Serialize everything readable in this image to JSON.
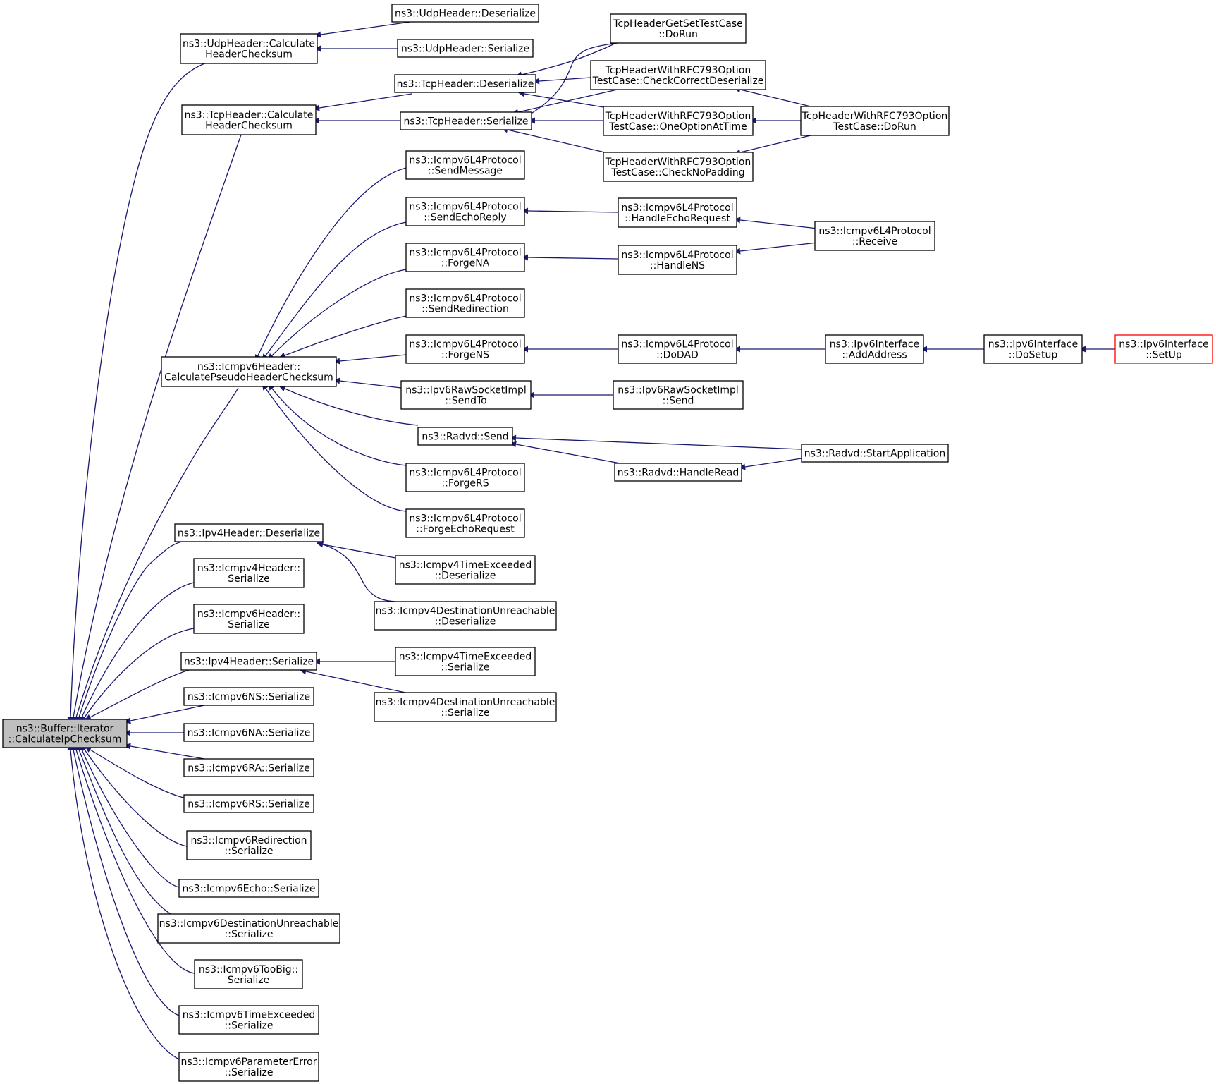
{
  "colors": {
    "edge": "#191970",
    "node_border": "#000000",
    "focus_fill": "#bfbfbf",
    "truncated_border": "#ff0000",
    "background": "#ffffff"
  },
  "nodes": [
    {
      "id": "root",
      "lines": [
        "ns3::Buffer::Iterator",
        "::CalculateIpChecksum"
      ],
      "style": "focus"
    },
    {
      "id": "udp_calc",
      "lines": [
        "ns3::UdpHeader::Calculate",
        "HeaderChecksum"
      ]
    },
    {
      "id": "udp_deser",
      "lines": [
        "ns3::UdpHeader::Deserialize"
      ]
    },
    {
      "id": "udp_ser",
      "lines": [
        "ns3::UdpHeader::Serialize"
      ]
    },
    {
      "id": "tcp_calc",
      "lines": [
        "ns3::TcpHeader::Calculate",
        "HeaderChecksum"
      ]
    },
    {
      "id": "tcp_deser",
      "lines": [
        "ns3::TcpHeader::Deserialize"
      ]
    },
    {
      "id": "tcp_ser",
      "lines": [
        "ns3::TcpHeader::Serialize"
      ]
    },
    {
      "id": "tcp_getset",
      "lines": [
        "TcpHeaderGetSetTestCase",
        "::DoRun"
      ]
    },
    {
      "id": "tcp_ccd",
      "lines": [
        "TcpHeaderWithRFC793Option",
        "TestCase::CheckCorrectDeserialize"
      ]
    },
    {
      "id": "tcp_ooat",
      "lines": [
        "TcpHeaderWithRFC793Option",
        "TestCase::OneOptionAtTime"
      ]
    },
    {
      "id": "tcp_cnp",
      "lines": [
        "TcpHeaderWithRFC793Option",
        "TestCase::CheckNoPadding"
      ]
    },
    {
      "id": "tcp_dorun",
      "lines": [
        "TcpHeaderWithRFC793Option",
        "TestCase::DoRun"
      ]
    },
    {
      "id": "icmp6_calc",
      "lines": [
        "ns3::Icmpv6Header::",
        "CalculatePseudoHeaderChecksum"
      ]
    },
    {
      "id": "l4_sendmsg",
      "lines": [
        "ns3::Icmpv6L4Protocol",
        "::SendMessage"
      ]
    },
    {
      "id": "l4_sendecho",
      "lines": [
        "ns3::Icmpv6L4Protocol",
        "::SendEchoReply"
      ]
    },
    {
      "id": "l4_forgena",
      "lines": [
        "ns3::Icmpv6L4Protocol",
        "::ForgeNA"
      ]
    },
    {
      "id": "l4_sendredir",
      "lines": [
        "ns3::Icmpv6L4Protocol",
        "::SendRedirection"
      ]
    },
    {
      "id": "l4_forgens",
      "lines": [
        "ns3::Icmpv6L4Protocol",
        "::ForgeNS"
      ]
    },
    {
      "id": "raw_sendto",
      "lines": [
        "ns3::Ipv6RawSocketImpl",
        "::SendTo"
      ]
    },
    {
      "id": "radvd_send",
      "lines": [
        "ns3::Radvd::Send"
      ]
    },
    {
      "id": "l4_forgers",
      "lines": [
        "ns3::Icmpv6L4Protocol",
        "::ForgeRS"
      ]
    },
    {
      "id": "l4_forgeecho",
      "lines": [
        "ns3::Icmpv6L4Protocol",
        "::ForgeEchoRequest"
      ]
    },
    {
      "id": "l4_handleecho",
      "lines": [
        "ns3::Icmpv6L4Protocol",
        "::HandleEchoRequest"
      ]
    },
    {
      "id": "l4_handlens",
      "lines": [
        "ns3::Icmpv6L4Protocol",
        "::HandleNS"
      ]
    },
    {
      "id": "l4_receive",
      "lines": [
        "ns3::Icmpv6L4Protocol",
        "::Receive"
      ]
    },
    {
      "id": "l4_dodad",
      "lines": [
        "ns3::Icmpv6L4Protocol",
        "::DoDAD"
      ]
    },
    {
      "id": "ipv6if_addaddr",
      "lines": [
        "ns3::Ipv6Interface",
        "::AddAddress"
      ]
    },
    {
      "id": "ipv6if_dosetup",
      "lines": [
        "ns3::Ipv6Interface",
        "::DoSetup"
      ]
    },
    {
      "id": "ipv6if_setup",
      "lines": [
        "ns3::Ipv6Interface",
        "::SetUp"
      ],
      "style": "truncated"
    },
    {
      "id": "raw_send",
      "lines": [
        "ns3::Ipv6RawSocketImpl",
        "::Send"
      ]
    },
    {
      "id": "radvd_start",
      "lines": [
        "ns3::Radvd::StartApplication"
      ]
    },
    {
      "id": "radvd_read",
      "lines": [
        "ns3::Radvd::HandleRead"
      ]
    },
    {
      "id": "ipv4_deser",
      "lines": [
        "ns3::Ipv4Header::Deserialize"
      ]
    },
    {
      "id": "icmp4_te_deser",
      "lines": [
        "ns3::Icmpv4TimeExceeded",
        "::Deserialize"
      ]
    },
    {
      "id": "icmp4_du_deser",
      "lines": [
        "ns3::Icmpv4DestinationUnreachable",
        "::Deserialize"
      ]
    },
    {
      "id": "icmp4h_ser",
      "lines": [
        "ns3::Icmpv4Header::",
        "Serialize"
      ]
    },
    {
      "id": "icmp6h_ser",
      "lines": [
        "ns3::Icmpv6Header::",
        "Serialize"
      ]
    },
    {
      "id": "ipv4_ser",
      "lines": [
        "ns3::Ipv4Header::Serialize"
      ]
    },
    {
      "id": "icmp4_te_ser",
      "lines": [
        "ns3::Icmpv4TimeExceeded",
        "::Serialize"
      ]
    },
    {
      "id": "icmp4_du_ser",
      "lines": [
        "ns3::Icmpv4DestinationUnreachable",
        "::Serialize"
      ]
    },
    {
      "id": "ns_ser",
      "lines": [
        "ns3::Icmpv6NS::Serialize"
      ]
    },
    {
      "id": "na_ser",
      "lines": [
        "ns3::Icmpv6NA::Serialize"
      ]
    },
    {
      "id": "ra_ser",
      "lines": [
        "ns3::Icmpv6RA::Serialize"
      ]
    },
    {
      "id": "rs_ser",
      "lines": [
        "ns3::Icmpv6RS::Serialize"
      ]
    },
    {
      "id": "redir_ser",
      "lines": [
        "ns3::Icmpv6Redirection",
        "::Serialize"
      ]
    },
    {
      "id": "echo_ser",
      "lines": [
        "ns3::Icmpv6Echo::Serialize"
      ]
    },
    {
      "id": "du6_ser",
      "lines": [
        "ns3::Icmpv6DestinationUnreachable",
        "::Serialize"
      ]
    },
    {
      "id": "toobig_ser",
      "lines": [
        "ns3::Icmpv6TooBig::",
        "Serialize"
      ]
    },
    {
      "id": "te6_ser",
      "lines": [
        "ns3::Icmpv6TimeExceeded",
        "::Serialize"
      ]
    },
    {
      "id": "pe_ser",
      "lines": [
        "ns3::Icmpv6ParameterError",
        "::Serialize"
      ]
    }
  ],
  "edges": [
    [
      "root",
      "udp_calc"
    ],
    [
      "root",
      "tcp_calc"
    ],
    [
      "root",
      "icmp6_calc"
    ],
    [
      "root",
      "ipv4_deser"
    ],
    [
      "root",
      "icmp4h_ser"
    ],
    [
      "root",
      "icmp6h_ser"
    ],
    [
      "root",
      "ipv4_ser"
    ],
    [
      "root",
      "ns_ser"
    ],
    [
      "root",
      "na_ser"
    ],
    [
      "root",
      "ra_ser"
    ],
    [
      "root",
      "rs_ser"
    ],
    [
      "root",
      "redir_ser"
    ],
    [
      "root",
      "echo_ser"
    ],
    [
      "root",
      "du6_ser"
    ],
    [
      "root",
      "toobig_ser"
    ],
    [
      "root",
      "te6_ser"
    ],
    [
      "root",
      "pe_ser"
    ],
    [
      "udp_calc",
      "udp_deser"
    ],
    [
      "udp_calc",
      "udp_ser"
    ],
    [
      "tcp_calc",
      "tcp_deser"
    ],
    [
      "tcp_calc",
      "tcp_ser"
    ],
    [
      "tcp_deser",
      "tcp_getset"
    ],
    [
      "tcp_deser",
      "tcp_ccd"
    ],
    [
      "tcp_deser",
      "tcp_ooat"
    ],
    [
      "tcp_ser",
      "tcp_getset"
    ],
    [
      "tcp_ser",
      "tcp_ccd"
    ],
    [
      "tcp_ser",
      "tcp_ooat"
    ],
    [
      "tcp_ser",
      "tcp_cnp"
    ],
    [
      "tcp_ccd",
      "tcp_dorun"
    ],
    [
      "tcp_ooat",
      "tcp_dorun"
    ],
    [
      "tcp_cnp",
      "tcp_dorun"
    ],
    [
      "icmp6_calc",
      "l4_sendmsg"
    ],
    [
      "icmp6_calc",
      "l4_sendecho"
    ],
    [
      "icmp6_calc",
      "l4_forgena"
    ],
    [
      "icmp6_calc",
      "l4_sendredir"
    ],
    [
      "icmp6_calc",
      "l4_forgens"
    ],
    [
      "icmp6_calc",
      "raw_sendto"
    ],
    [
      "icmp6_calc",
      "radvd_send"
    ],
    [
      "icmp6_calc",
      "l4_forgers"
    ],
    [
      "icmp6_calc",
      "l4_forgeecho"
    ],
    [
      "l4_sendecho",
      "l4_handleecho"
    ],
    [
      "l4_forgena",
      "l4_handlens"
    ],
    [
      "l4_handleecho",
      "l4_receive"
    ],
    [
      "l4_handlens",
      "l4_receive"
    ],
    [
      "l4_forgens",
      "l4_dodad"
    ],
    [
      "l4_dodad",
      "ipv6if_addaddr"
    ],
    [
      "ipv6if_addaddr",
      "ipv6if_dosetup"
    ],
    [
      "ipv6if_dosetup",
      "ipv6if_setup"
    ],
    [
      "raw_sendto",
      "raw_send"
    ],
    [
      "radvd_send",
      "radvd_start"
    ],
    [
      "radvd_send",
      "radvd_read"
    ],
    [
      "radvd_read",
      "radvd_start"
    ],
    [
      "ipv4_deser",
      "icmp4_te_deser"
    ],
    [
      "ipv4_deser",
      "icmp4_du_deser"
    ],
    [
      "ipv4_ser",
      "icmp4_te_ser"
    ],
    [
      "ipv4_ser",
      "icmp4_du_ser"
    ]
  ]
}
